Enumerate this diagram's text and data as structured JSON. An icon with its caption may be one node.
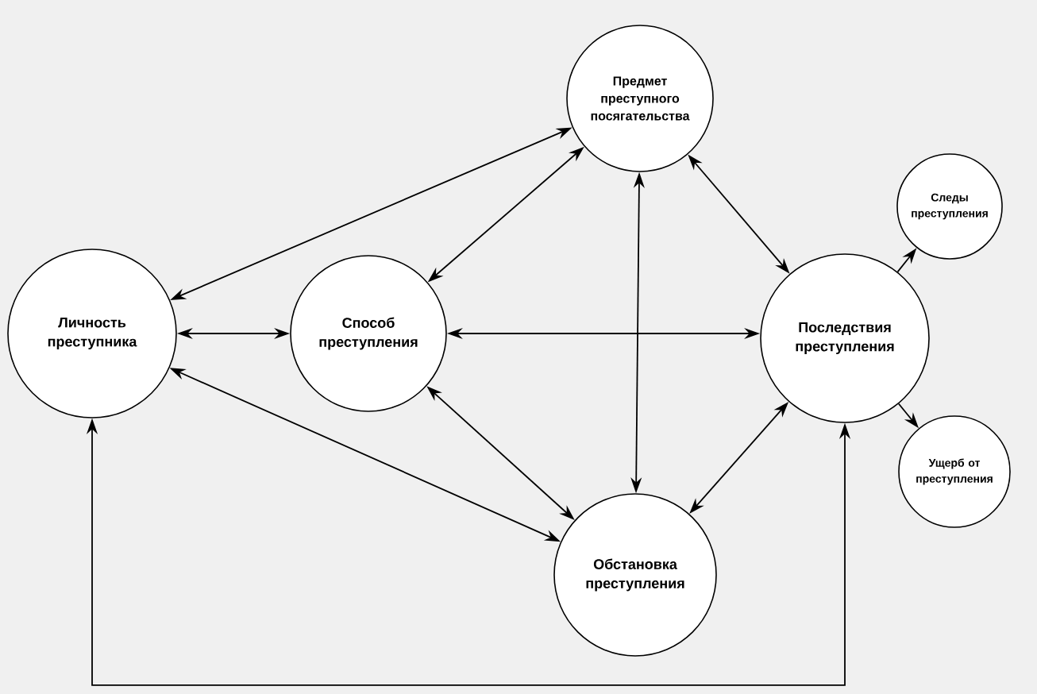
{
  "diagram": {
    "nodes": [
      {
        "text": [
          "Предмет преступного посягательства"
        ]
      },
      {
        "text": [
          "Следы преступления"
        ]
      },
      {
        "text": [
          "Личность преступника"
        ]
      },
      {
        "text": [
          "Способ преступления"
        ]
      },
      {
        "text": [
          "Последствия преступления"
        ]
      },
      {
        "text": [
          "Ущерб от преступления"
        ]
      },
      {
        "text": [
          "Обстановка преступления"
        ]
      }
    ],
    "edges": [
      {
        "from": 2,
        "to": 0,
        "arrow": "both"
      },
      {
        "from": 3,
        "to": 0,
        "arrow": "both"
      },
      {
        "from": 6,
        "to": 0,
        "arrow": "both"
      },
      {
        "from": 4,
        "to": 0,
        "arrow": "both"
      },
      {
        "from": 2,
        "to": 3,
        "arrow": "both"
      },
      {
        "from": 3,
        "to": 4,
        "arrow": "both"
      },
      {
        "from": 4,
        "to": 1,
        "arrow": "to"
      },
      {
        "from": 4,
        "to": 5,
        "arrow": "to"
      },
      {
        "from": 2,
        "to": 6,
        "arrow": "both"
      },
      {
        "from": 3,
        "to": 6,
        "arrow": "both"
      },
      {
        "from": 4,
        "to": 6,
        "arrow": "both"
      },
      {
        "from": 2,
        "to": 4,
        "arrow": "both"
      }
    ]
  }
}
